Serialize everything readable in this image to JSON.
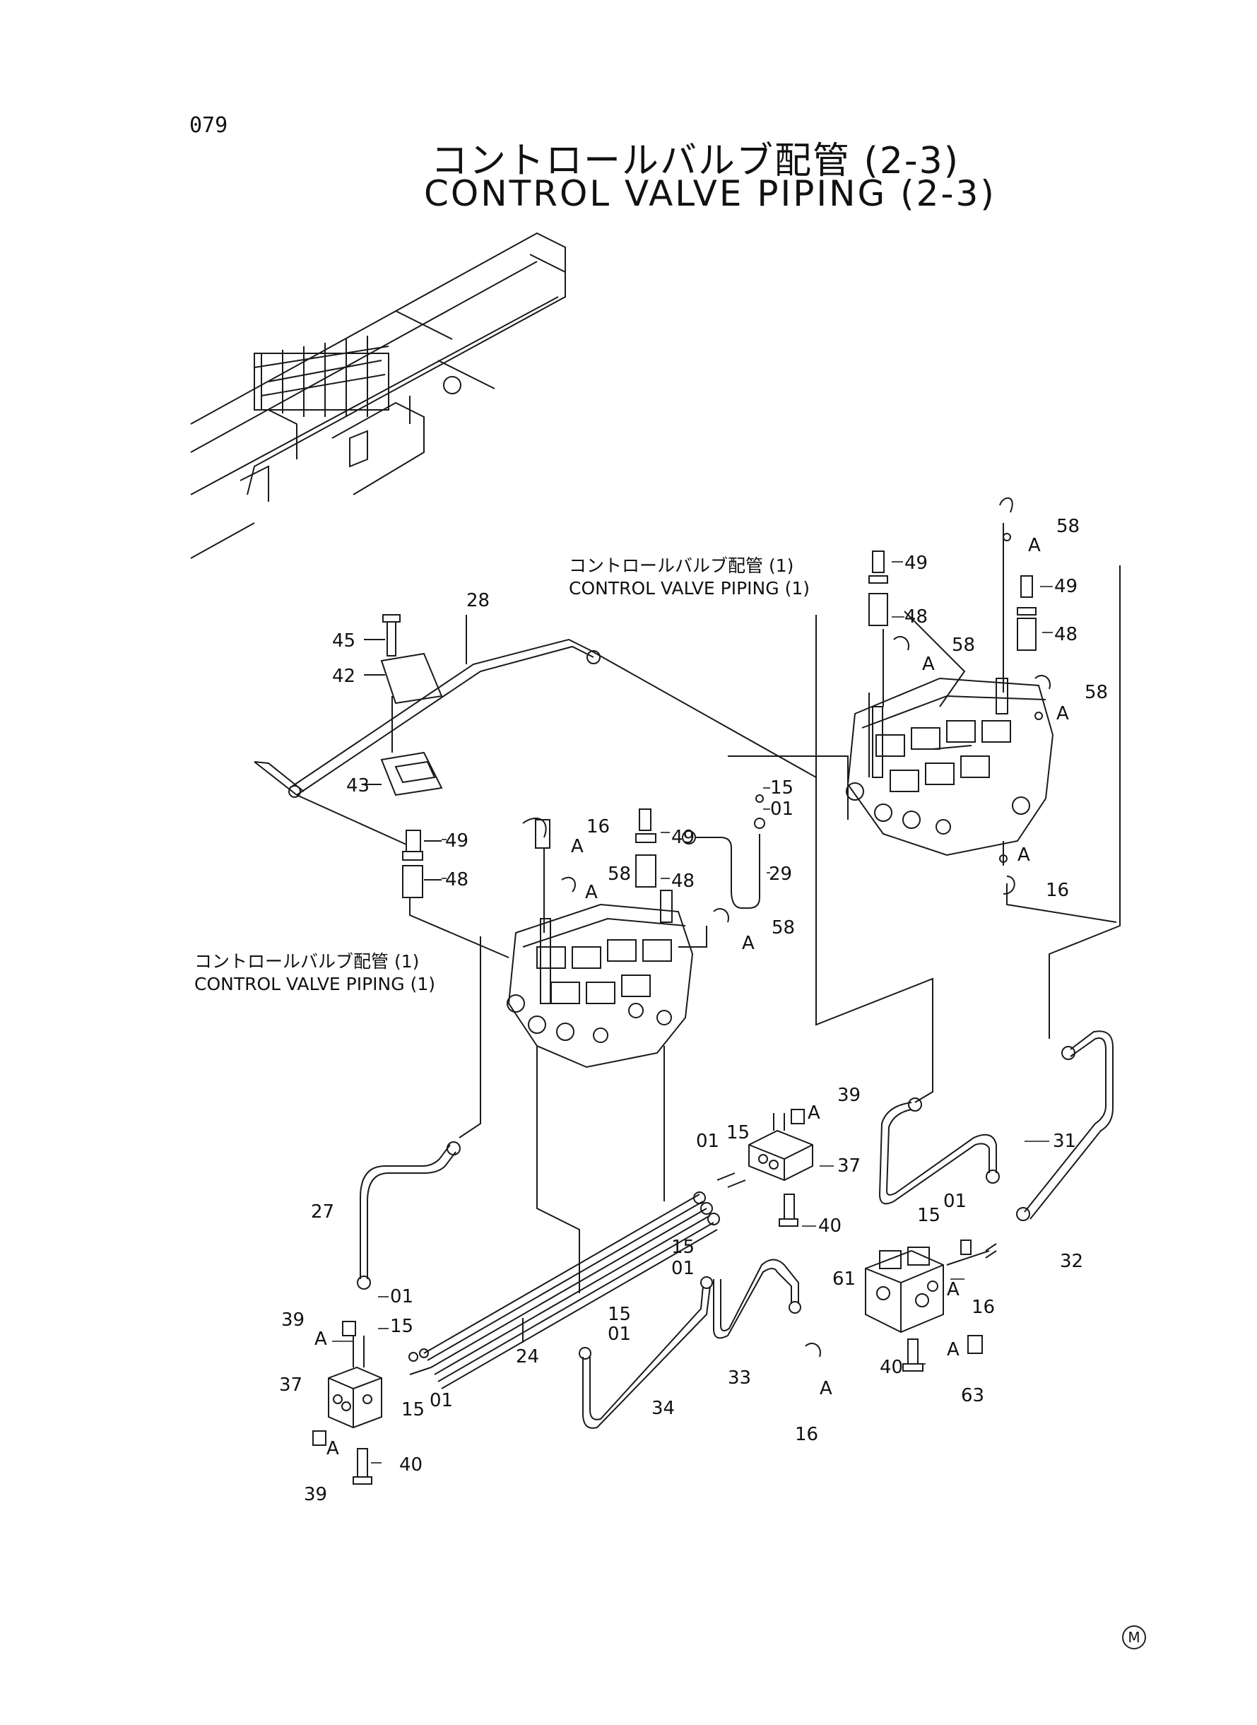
{
  "header": {
    "page_number": "079",
    "title_ja": "コントロールバルブ配管 (2-3)",
    "title_en": "CONTROL VALVE PIPING (2-3)"
  },
  "references": [
    {
      "ja": "コントロールバルブ配管 (1)",
      "en": "CONTROL VALVE PIPING (1)"
    },
    {
      "ja": "コントロールバルブ配管 (1)",
      "en": "CONTROL VALVE PIPING (1)"
    }
  ],
  "part_labels": {
    "p28": "28",
    "p45": "45",
    "p42": "42",
    "p43": "43",
    "p49a": "49",
    "p48a": "48",
    "p16a": "16",
    "pAa": "A",
    "p49b": "49",
    "p58a": "58",
    "pAb": "A",
    "p48b": "48",
    "p58b": "58",
    "pAc": "A",
    "p15a": "15",
    "p01a": "01",
    "p29": "29",
    "p58c": "58",
    "pAd": "A",
    "p49c": "49",
    "p48c": "48",
    "p58d": "58",
    "pAe": "A",
    "p49d": "49",
    "p58e": "58",
    "pAf": "A",
    "p48d": "48",
    "pAg": "A",
    "p16b": "16",
    "p39a": "39",
    "pAh": "A",
    "p01b": "01",
    "p15b": "15",
    "p37a": "37",
    "p40a": "40",
    "p31": "31",
    "p15c": "15",
    "p01c": "01",
    "p32": "32",
    "p61": "61",
    "pAi": "A",
    "p16c": "16",
    "pAj": "A",
    "p63": "63",
    "p40b": "40",
    "p27": "27",
    "p15d": "15",
    "p01d": "01",
    "p01e": "01",
    "p15e": "15",
    "p39b": "39",
    "pAk": "A",
    "p37b": "37",
    "p15f": "15",
    "p01f": "01",
    "p24": "24",
    "p15g": "15",
    "p01g": "01",
    "p34": "34",
    "p33": "33",
    "pAl": "A",
    "p16d": "16",
    "pAm": "A",
    "p39c": "39",
    "p40c": "40"
  },
  "marker": "M"
}
